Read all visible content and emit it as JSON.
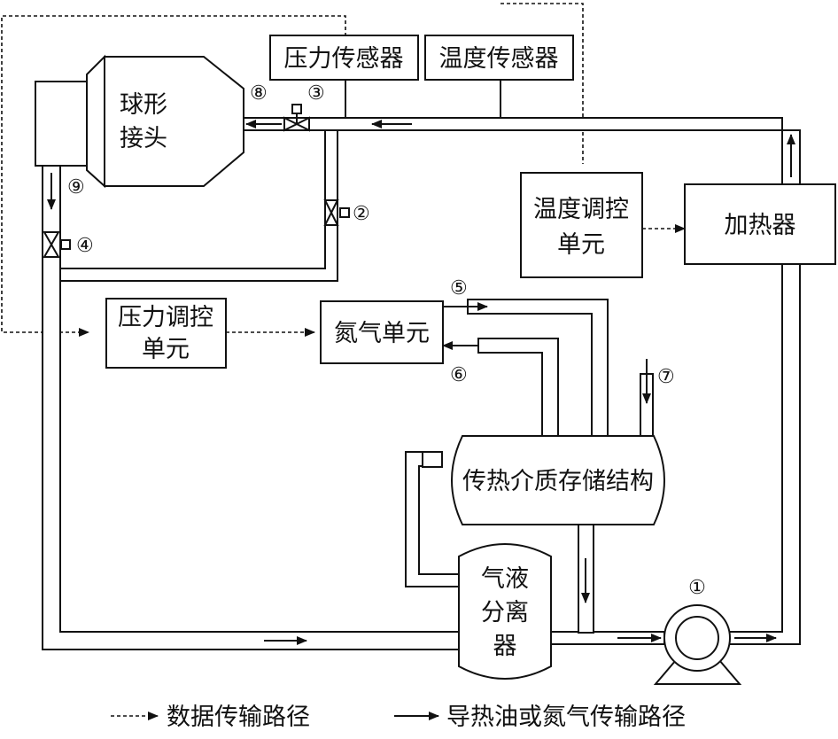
{
  "components": {
    "spherical_joint": [
      "球形",
      "接头"
    ],
    "pressure_sensor": "压力传感器",
    "temperature_sensor": "温度传感器",
    "temp_control_unit": [
      "温度调控",
      "单元"
    ],
    "heater": "加热器",
    "pressure_control_unit": [
      "压力调控",
      "单元"
    ],
    "nitrogen_unit": "氮气单元",
    "storage": "传热介质存储结构",
    "separator": [
      "气液",
      "分离",
      "器"
    ]
  },
  "markers": {
    "m1": "①",
    "m2": "②",
    "m3": "③",
    "m4": "④",
    "m5": "⑤",
    "m6": "⑥",
    "m7": "⑦",
    "m8": "⑧",
    "m9": "⑨"
  },
  "legend": {
    "data_path": "数据传输路径",
    "oil_path": "导热油或氮气传输路径"
  }
}
